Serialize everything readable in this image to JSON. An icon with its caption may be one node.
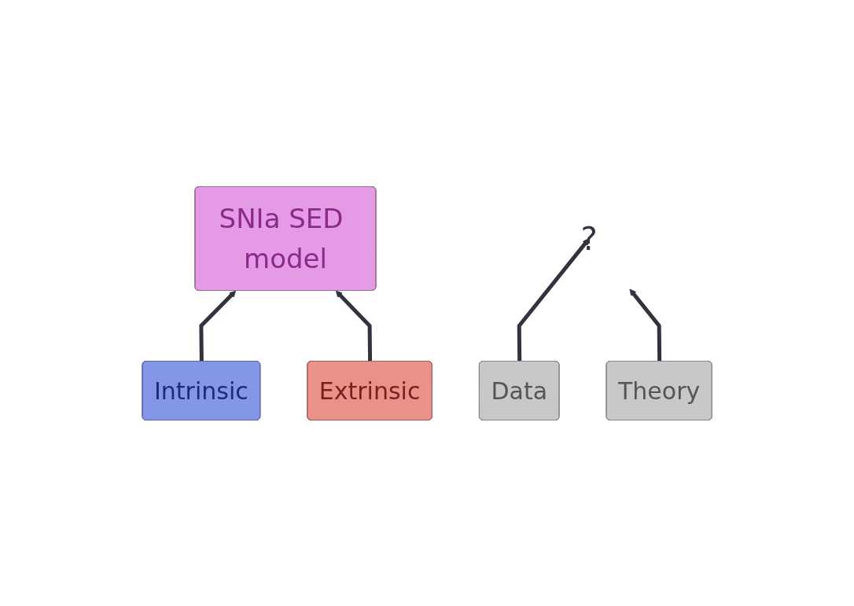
{
  "diagram": {
    "nodes": [
      {
        "text": [
          "SNIa SED model"
        ]
      },
      {
        "text": [
          "?"
        ]
      },
      {
        "text": [
          "Intrinsic"
        ]
      },
      {
        "text": [
          "Extrinsic"
        ]
      },
      {
        "text": [
          "Data"
        ]
      },
      {
        "text": [
          "Theory"
        ]
      }
    ],
    "edges": [
      {
        "from": 2,
        "to": 0,
        "arrow": "to"
      },
      {
        "from": 3,
        "to": 0,
        "arrow": "to"
      },
      {
        "from": 4,
        "to": 1,
        "arrow": "to"
      },
      {
        "from": 5,
        "to": 1,
        "arrow": "to"
      }
    ]
  }
}
